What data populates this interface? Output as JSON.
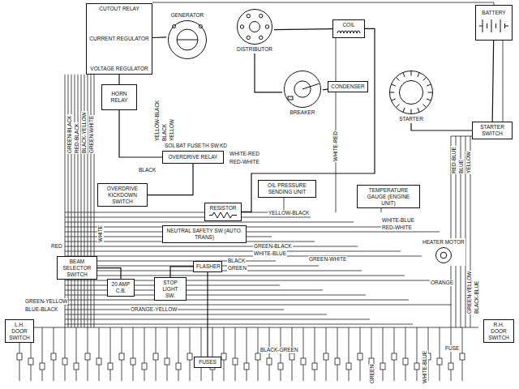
{
  "diagram": {
    "nodes": [
      {
        "text": [
          "CUTOUT RELAY",
          "CURRENT REGULATOR",
          "VOLTAGE REGULATOR"
        ]
      },
      {
        "text": [
          "HORN RELAY"
        ]
      },
      {
        "text": [
          "GENERATOR"
        ]
      },
      {
        "text": [
          "DISTRIBUTOR"
        ]
      },
      {
        "text": [
          "COIL"
        ]
      },
      {
        "text": [
          "BREAKER"
        ]
      },
      {
        "text": [
          "CONDENSER"
        ]
      },
      {
        "text": [
          "BATTERY"
        ]
      },
      {
        "text": [
          "STARTER SWITCH"
        ]
      },
      {
        "text": [
          "STARTER"
        ]
      },
      {
        "text": [
          "OVERDRIVE RELAY"
        ]
      },
      {
        "text": [
          "OVERDRIVE KICKDOWN SWITCH"
        ]
      },
      {
        "text": [
          "RESISTOR"
        ]
      },
      {
        "text": [
          "OIL PRESSURE SENDING UNIT"
        ]
      },
      {
        "text": [
          "TEMPERATURE GAUGE (ENGINE UNIT)"
        ]
      },
      {
        "text": [
          "NEUTRAL SAFETY SW (AUTO. TRANS)"
        ]
      },
      {
        "text": [
          "FLASHER"
        ]
      },
      {
        "text": [
          "STOP LIGHT SW."
        ]
      },
      {
        "text": [
          "HEATER MOTOR"
        ]
      },
      {
        "text": [
          "BEAM SELECTOR SWITCH"
        ]
      },
      {
        "text": [
          "L.H. DOOR SWITCH"
        ]
      },
      {
        "text": [
          "R.H. DOOR SWITCH"
        ]
      },
      {
        "text": [
          "FUSES"
        ]
      },
      {
        "text": [
          "20 AMP C.B."
        ]
      }
    ],
    "edges": [
      {
        "from": 2,
        "to": 0,
        "arrow": "none"
      },
      {
        "from": 1,
        "to": 0,
        "arrow": "none"
      },
      {
        "from": 3,
        "to": 4,
        "arrow": "none"
      },
      {
        "from": 3,
        "to": 5,
        "arrow": "none"
      },
      {
        "from": 5,
        "to": 6,
        "arrow": "none"
      },
      {
        "from": 7,
        "to": 8,
        "arrow": "none"
      },
      {
        "from": 8,
        "to": 9,
        "arrow": "none"
      },
      {
        "from": 12,
        "to": 4,
        "arrow": "none"
      },
      {
        "from": 1,
        "to": 10,
        "arrow": "none"
      },
      {
        "from": 10,
        "to": 11,
        "arrow": "none"
      },
      {
        "from": 16,
        "to": 17,
        "arrow": "none"
      },
      {
        "from": 19,
        "to": 23,
        "arrow": "none"
      },
      {
        "from": 22,
        "to": 16,
        "arrow": "none"
      }
    ],
    "labels": [
      "GREEN-BLACK",
      "RED-BLACK",
      "BLACK-YELLOW",
      "GREEN-WHITE",
      "YELLOW-BLACK",
      "BLACK",
      "YELLOW",
      "WHITE-RED",
      "RED-BLUE",
      "BLUE",
      "YELLOW",
      "SOL",
      "BAT",
      "FUSE",
      "TH SW",
      "KD",
      "BLACK",
      "WHITE-RED",
      "RED-WHITE",
      "YELLOW-BLACK",
      "WHITE-BLUE",
      "RED-WHITE",
      "GREEN-BLACK",
      "WHITE-BLUE",
      "GREEN-WHITE",
      "BLACK",
      "GREEN",
      "ORANGE-YELLOW",
      "GREEN-YELLOW",
      "BLUE-BLACK",
      "RED",
      "BLACK-BLUE",
      "GREEN-YELLOW",
      "ORANGE",
      "BLACK-GREEN",
      "GREEN",
      "WHITE-BLUE",
      "FUSE",
      "WHITE"
    ]
  }
}
